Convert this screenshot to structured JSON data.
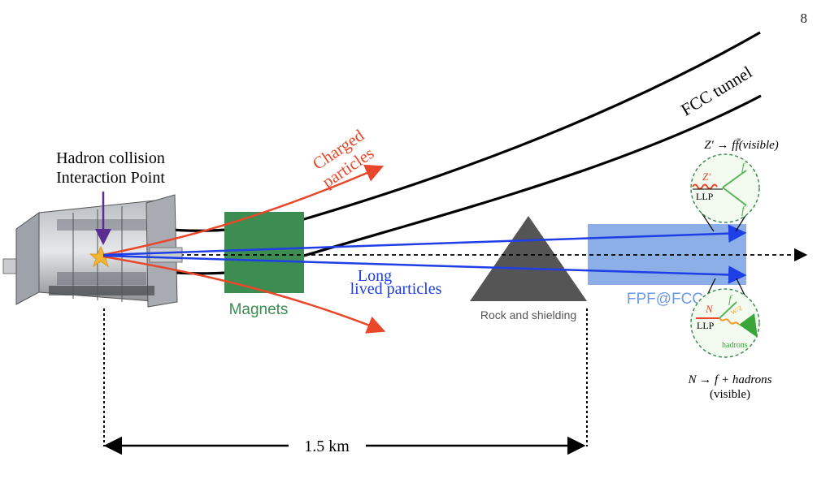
{
  "page_number": "8",
  "labels": {
    "ip_line1": "Hadron collision",
    "ip_line2": "Interaction Point",
    "charged_line1": "Charged",
    "charged_line2": "particles",
    "long_lived_line1": "Long",
    "long_lived_line2": "lived particles",
    "magnets": "Magnets",
    "rock": "Rock and shielding",
    "fpf": "FPF@FCC",
    "fcc_tunnel": "FCC tunnel",
    "distance": "1.5 km",
    "zprime_top": "Z′ → ff̄(visible)",
    "n_decay_line1": "N → f +  hadrons",
    "n_decay_line2": "(visible)"
  },
  "inset_top": {
    "mediator": "Z′",
    "source": "LLP",
    "out1": "f",
    "out2": "f̄"
  },
  "inset_bottom": {
    "mediator": "N",
    "source": "LLP",
    "out1": "f",
    "boson": "W/Z",
    "jet": "hadrons"
  },
  "colors": {
    "charged": "#e8472a",
    "long_lived": "#1e3ee6",
    "magnet": "#3d8c52",
    "magnet_text": "#3d8c52",
    "rock": "#555555",
    "fpf": "#7fa6e6",
    "fpf_text": "#6b9ae6",
    "star": "#f2b53a",
    "ip_arrow": "#5a2d91",
    "inset_border": "#3d8c52",
    "inset_fill": "#f3fbf1"
  }
}
